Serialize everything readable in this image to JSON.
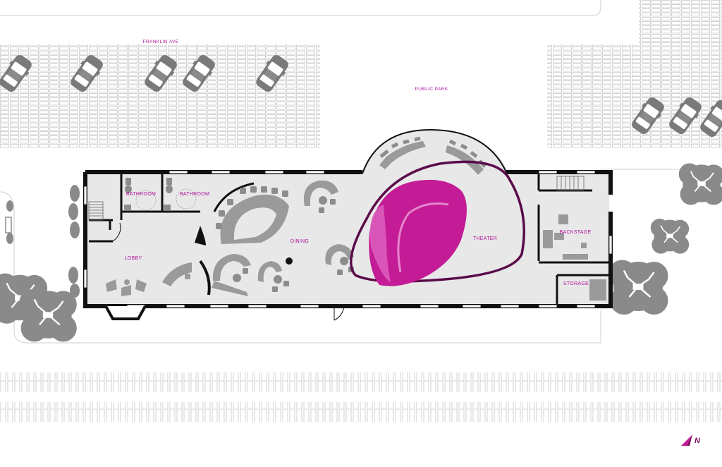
{
  "labels": {
    "street": "FRANKLIN AVE",
    "park": "PUBLIC PARK",
    "bathroom_1": "BATHROOM",
    "bathroom_2": "BATHROOM",
    "lobby": "LOBBY",
    "dining": "DINING",
    "theater": "THEATER",
    "backstage": "BACKSTAGE",
    "storage": "STORAGE"
  },
  "north_arrow": {
    "letter": "N"
  },
  "colors": {
    "accent_magenta": "#c41c96",
    "stage_light": "#dd5cbb",
    "wall": "#111111",
    "floor": "#e8e8e8",
    "paving": "#d0d0d0",
    "furniture": "#8c8c8c",
    "tree": "#8a8a8a",
    "car": "#7a7a7a",
    "label": "#b0129a"
  },
  "icons": {
    "car": "car-icon",
    "tree": "tree-icon",
    "north": "north-arrow-icon"
  }
}
